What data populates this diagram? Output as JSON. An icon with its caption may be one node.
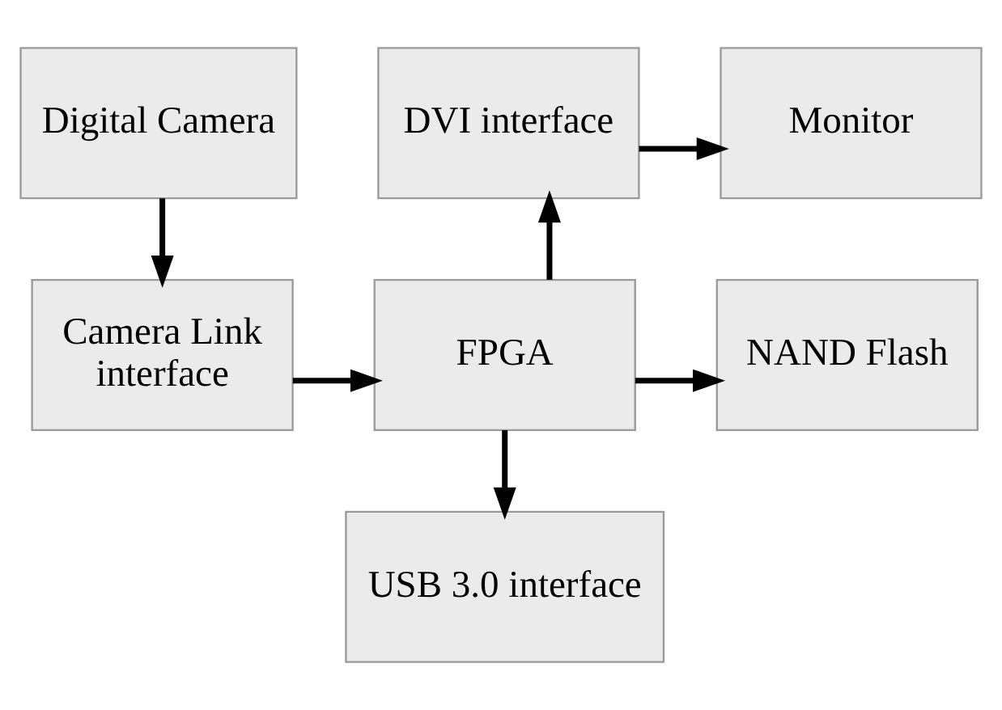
{
  "diagram": {
    "nodes": [
      {
        "text": [
          "Digital Camera"
        ]
      },
      {
        "text": [
          "DVI interface"
        ]
      },
      {
        "text": [
          "Monitor"
        ]
      },
      {
        "text": [
          "Camera Link interface"
        ]
      },
      {
        "text": [
          "FPGA"
        ]
      },
      {
        "text": [
          "NAND Flash"
        ]
      },
      {
        "text": [
          "USB 3.0 interface"
        ]
      }
    ],
    "edges": [
      {
        "from": 0,
        "to": 3,
        "arrow": "to"
      },
      {
        "from": 3,
        "to": 4,
        "arrow": "to"
      },
      {
        "from": 4,
        "to": 1,
        "arrow": "to"
      },
      {
        "from": 1,
        "to": 2,
        "arrow": "to"
      },
      {
        "from": 4,
        "to": 5,
        "arrow": "to"
      },
      {
        "from": 4,
        "to": 6,
        "arrow": "to"
      }
    ]
  }
}
